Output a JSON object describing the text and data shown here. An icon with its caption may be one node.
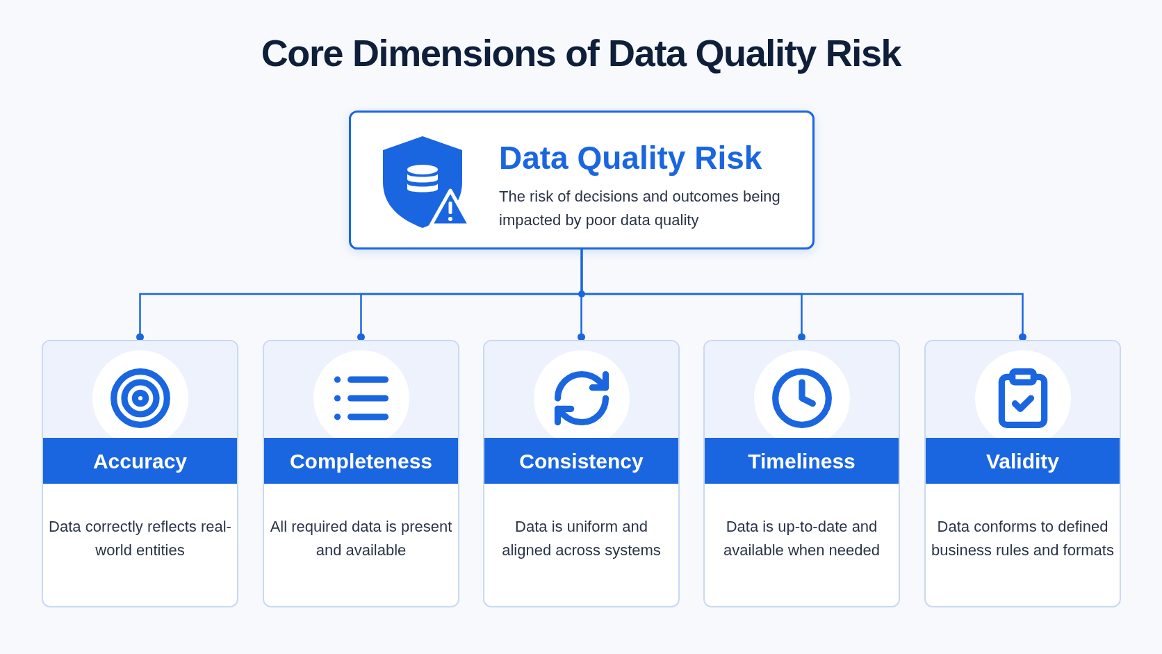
{
  "diagram": {
    "title": "Core Dimensions of Data Quality Risk",
    "nodes": [
      {
        "text": [
          "Data Quality Risk",
          "The risk of decisions and outcomes being impacted by poor data quality"
        ]
      },
      {
        "text": [
          "Accuracy",
          "Data correctly reflects real-world entities"
        ]
      },
      {
        "text": [
          "Completeness",
          "All required data is present and available"
        ]
      },
      {
        "text": [
          "Consistency",
          "Data is uniform and aligned across systems"
        ]
      },
      {
        "text": [
          "Timeliness",
          "Data is up-to-date and available when needed"
        ]
      },
      {
        "text": [
          "Validity",
          "Data conforms to defined business rules and formats"
        ]
      }
    ],
    "edges": [
      {
        "from": 0,
        "to": 1,
        "arrow": "other"
      },
      {
        "from": 0,
        "to": 2,
        "arrow": "other"
      },
      {
        "from": 0,
        "to": 3,
        "arrow": "other"
      },
      {
        "from": 0,
        "to": 4,
        "arrow": "other"
      },
      {
        "from": 0,
        "to": 5,
        "arrow": "other"
      }
    ]
  }
}
